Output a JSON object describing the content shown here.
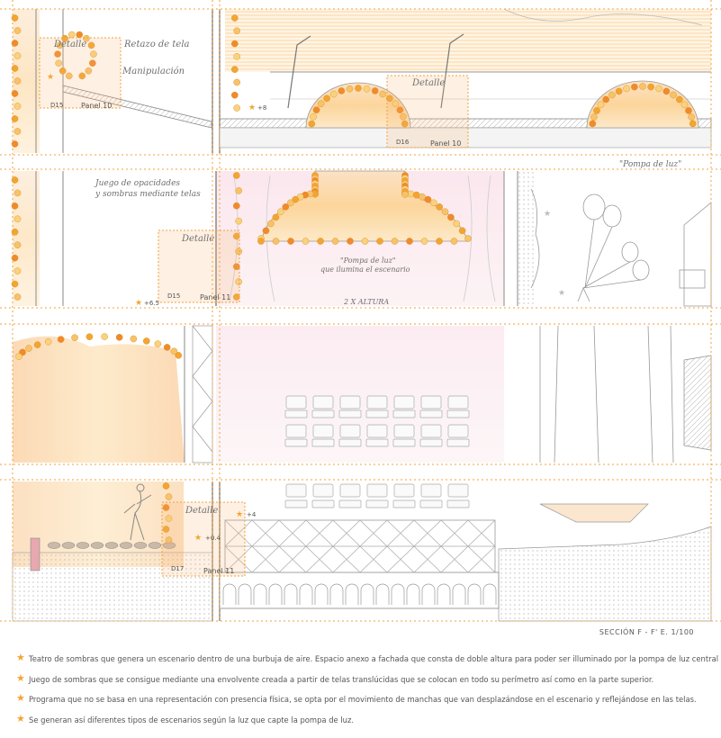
{
  "drawing": {
    "labels": {
      "detalle": "Detalle",
      "panel_10": "Panel 10",
      "panel_11": "Panel 11",
      "d15": "D15",
      "d16": "D16",
      "d17": "D17",
      "lvl_8": "+8",
      "lvl_6_5": "+6.5",
      "lvl_4": "+4",
      "lvl_0_4": "+0.4",
      "retazo": "Retazo de tela",
      "manipulacion": "Manipulación",
      "pompa_luz": "\"Pompa de luz\"",
      "pompa_esc_1": "\"Pompa de luz\"",
      "pompa_esc_2": "que ilumina el escenario",
      "juego_1": "Juego de opacidades",
      "juego_2": "y sombras mediante telas",
      "doble_altura": "2 X ALTURA"
    },
    "colors": {
      "accent": "#f2a531",
      "bubble": "#f6c36a",
      "dash": "#f0a23c",
      "line": "#8a8a8a"
    }
  },
  "section_title": "SECCIÓN F - F'    E. 1/100",
  "notes": [
    "Teatro de sombras que genera un escenario dentro de una burbuja de aire. Espacio anexo a fachada que consta de doble altura para poder ser illuminado por la pompa de luz central",
    "Juego de sombras que se consigue mediante una envolvente creada a partir de telas translúcidas que se colocan en todo su perímetro así como en la parte superior.",
    "Programa que no se basa en una representación con presencia física, se opta por el movimiento de manchas que van desplazándose en el escenario y reflejándose en las telas.",
    "Se generan así diferentes tipos de escenarios según la luz que capte la pompa de luz."
  ]
}
